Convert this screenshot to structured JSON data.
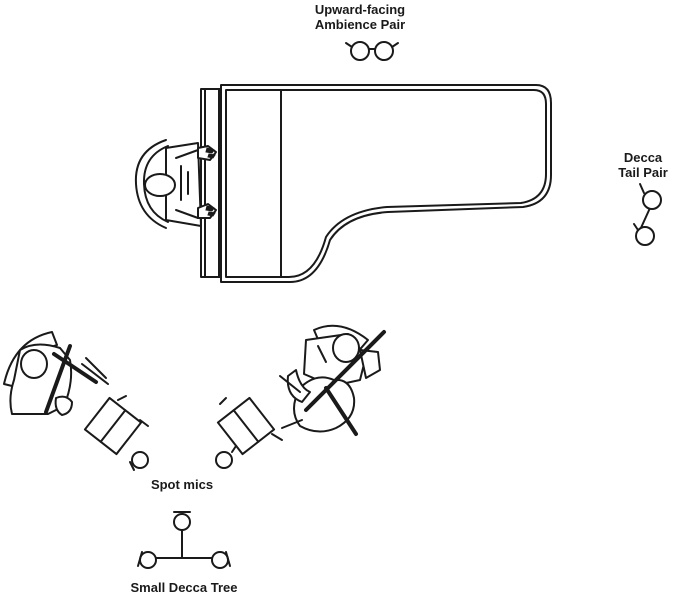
{
  "labels": {
    "ambience_line1": "Upward-facing",
    "ambience_line2": "Ambience Pair",
    "decca_tail_line1": "Decca",
    "decca_tail_line2": "Tail Pair",
    "spot_mics": "Spot mics",
    "small_decca_tree": "Small Decca Tree"
  }
}
